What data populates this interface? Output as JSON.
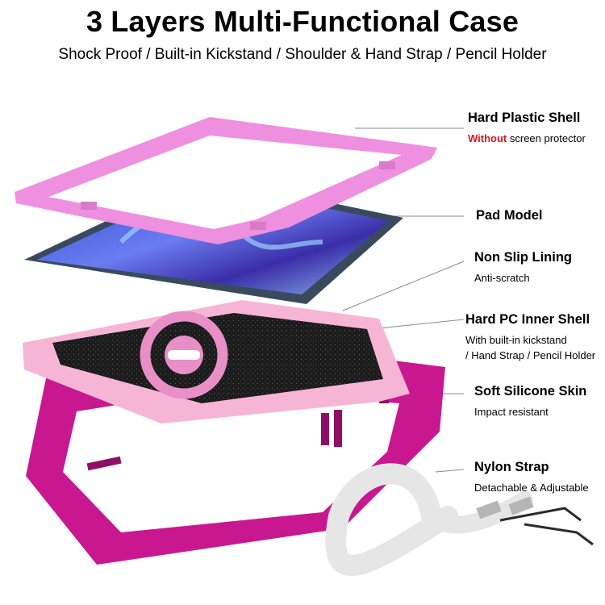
{
  "header": {
    "title": "3 Layers Multi-Functional Case",
    "subtitle": "Shock Proof / Built-in Kickstand / Shoulder & Hand Strap / Pencil Holder"
  },
  "labels": [
    {
      "title": "Hard Plastic Shell",
      "desc_highlight": "Without",
      "desc": " screen protector"
    },
    {
      "title": "Pad Model"
    },
    {
      "title": "Non Slip Lining",
      "desc": "Anti-scratch"
    },
    {
      "title": "Hard PC Inner Shell",
      "desc_line1": "With built-in kickstand",
      "desc_line2": "/ Hand Strap / Pencil Holder"
    },
    {
      "title": "Soft Silicone Skin",
      "desc": "Impact resistant"
    },
    {
      "title": "Nylon Strap",
      "desc": "Detachable & Adjustable"
    }
  ],
  "colors": {
    "shell_pink": "#ee8fe0",
    "inner_pink": "#f7b5d6",
    "skin_magenta": "#c9188f",
    "lining": "#1b1b1b",
    "strap": "#e6e6e6",
    "highlight_red": "#e0141e"
  }
}
